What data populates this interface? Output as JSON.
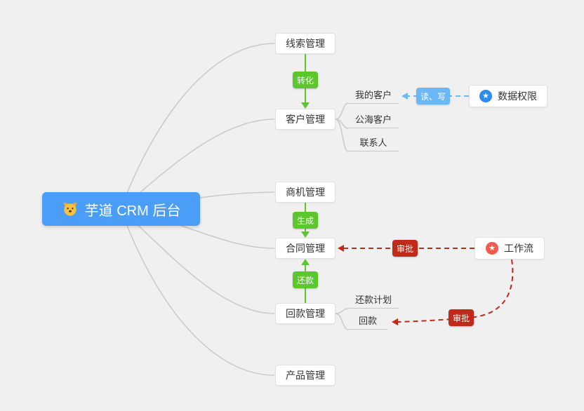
{
  "page": {
    "background": "#f0f0f1",
    "connector_gray": "#c9c9c9"
  },
  "root": {
    "label": "芋道 CRM 后台",
    "bg": "#4b9ef7",
    "icon": "dog-face"
  },
  "nodes": {
    "leads": {
      "label": "线索管理"
    },
    "customers": {
      "label": "客户管理"
    },
    "my_customers": {
      "label": "我的客户"
    },
    "public_customers": {
      "label": "公海客户"
    },
    "contacts": {
      "label": "联系人"
    },
    "opportunities": {
      "label": "商机管理"
    },
    "contracts": {
      "label": "合同管理"
    },
    "payments": {
      "label": "回款管理"
    },
    "payment_plan": {
      "label": "还款计划"
    },
    "receivable": {
      "label": "回款"
    },
    "products": {
      "label": "产品管理"
    },
    "data_permission": {
      "label": "数据权限",
      "icon": "star-blue",
      "icon_color": "#2d8cf0"
    },
    "workflow": {
      "label": "工作流",
      "icon": "star-red",
      "icon_color": "#f5594e"
    }
  },
  "edges": {
    "convert": {
      "label": "转化",
      "color": "#5bc72d"
    },
    "generate": {
      "label": "生成",
      "color": "#5bc72d"
    },
    "repay": {
      "label": "还款",
      "color": "#5bc72d"
    },
    "read_write": {
      "label": "读、写",
      "color": "#6cb8f6"
    },
    "approve_contract": {
      "label": "审批",
      "color": "#c1291b"
    },
    "approve_receivable": {
      "label": "审批",
      "color": "#c1291b"
    }
  },
  "icons": {
    "star": "★"
  }
}
